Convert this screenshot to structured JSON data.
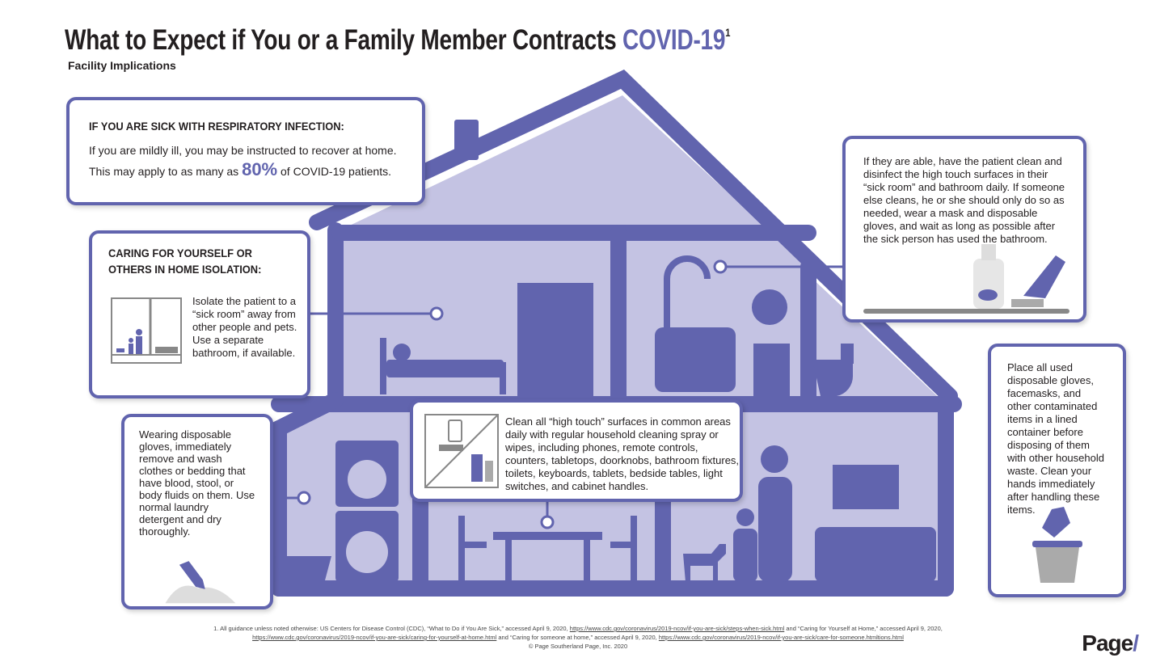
{
  "header": {
    "title": "What to Expect if You or a Family Member Contracts",
    "title_accent": "COVID-19",
    "title_sup": "1",
    "subtitle": "Facility Implications"
  },
  "boxes": {
    "sick": {
      "heading": "IF YOU ARE SICK WITH RESPIRATORY INFECTION:",
      "line1": "If you are mildly ill, you may be instructed to recover at home.",
      "line2_pre": "This may apply to as many as",
      "percent": "80%",
      "line2_post": "of COVID-19 patients."
    },
    "caring": {
      "heading": "CARING FOR YOURSELF OR OTHERS IN HOME ISOLATION:",
      "text": "Isolate the patient to a “sick room” away from other people and pets. Use a separate bathroom, if available."
    },
    "laundry": {
      "text": "Wearing disposable gloves, immediately remove and wash clothes or bedding that have blood, stool, or body fluids on them. Use normal laundry detergent and dry thoroughly."
    },
    "hightouch": {
      "text": "Clean all “high touch” surfaces in common areas daily with regular household cleaning spray or wipes, including phones, remote controls, counters, tabletops, doorknobs, bathroom fixtures, toilets, keyboards, tablets, bedside tables, light switches, and cabinet handles."
    },
    "bathroom": {
      "text": "If they are able, have the patient clean and disinfect the high touch surfaces in their “sick room” and bathroom daily. If someone else cleans, he or she should only do so as needed, wear a mask and disposable gloves, and wait as long as possible after the sick person has used the bathroom."
    },
    "disposal": {
      "text": "Place all used disposable gloves, facemasks, and other contaminated items in a lined container before disposing of them with other household waste. Clean your hands immediately after handling these items."
    }
  },
  "footnote": {
    "line1_a": "1. All guidance unless noted otherwise: US Centers for Disease Control (CDC), “What to Do if You Are Sick,” accessed April 9, 2020,",
    "link1": "https://www.cdc.gov/coronavirus/2019-ncov/if-you-are-sick/steps-when-sick.html",
    "line1_b": "and “Caring for Yourself at Home,” accessed April 9, 2020,",
    "link2": "https://www.cdc.gov/coronavirus/2019-ncov/if-you-are-sick/caring-for-yourself-at-home.html",
    "line2_b": "and “Caring for someone at home,” accessed April 9, 2020,",
    "link3": "https://www.cdc.gov/coronavirus/2019-ncov/if-you-are-sick/care-for-someone.htmltions.html",
    "copyright": "© Page Southerland Page, Inc. 2020"
  },
  "logo": {
    "text": "Page",
    "slash": "/"
  },
  "colors": {
    "purple": "#6164ae",
    "lavender": "#c4c3e3"
  }
}
